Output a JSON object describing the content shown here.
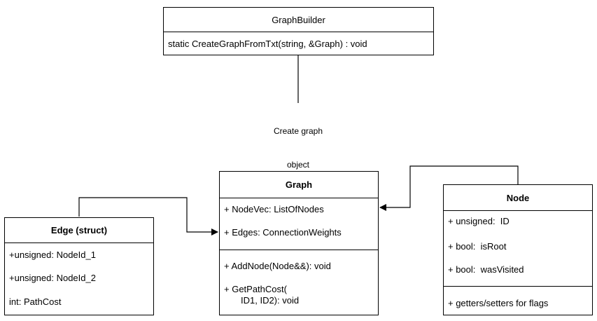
{
  "graph_builder": {
    "title": "GraphBuilder",
    "method": "static CreateGraphFromTxt(string, &Graph) : void"
  },
  "graph": {
    "title": "Graph",
    "attributes": [
      "+ NodeVec: ListOfNodes",
      "+ Edges: ConnectionWeights"
    ],
    "methods": [
      "+ AddNode(Node&&): void",
      "+ GetPathCost(",
      "ID1, ID2): void"
    ]
  },
  "edge": {
    "title": "Edge (struct)",
    "attributes": [
      "+unsigned: NodeId_1",
      "+unsigned: NodeId_2",
      "int: PathCost"
    ]
  },
  "node": {
    "title": "Node",
    "attributes": [
      "+ unsigned:  ID",
      "+ bool:  isRoot",
      "+ bool:  wasVisited"
    ],
    "methods": [
      "+ getters/setters for flags"
    ]
  },
  "connection_label": {
    "line1": "Create graph",
    "line2": "object"
  }
}
